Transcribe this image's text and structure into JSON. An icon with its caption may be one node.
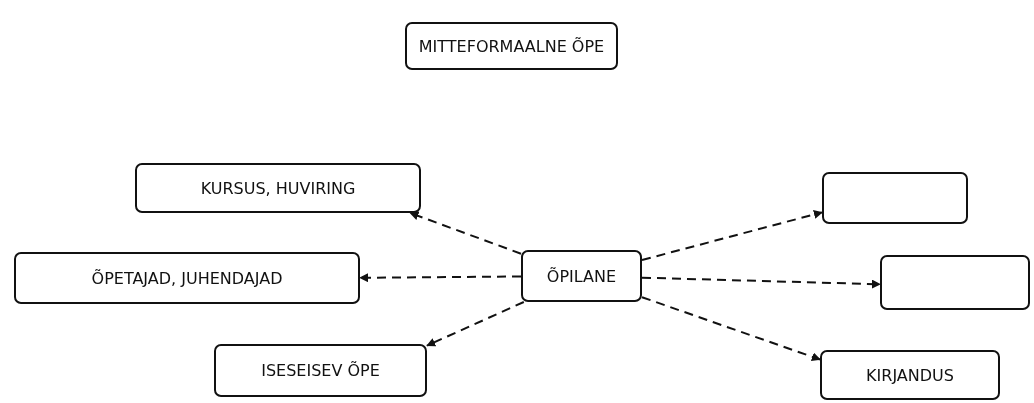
{
  "diagram": {
    "nodes": [
      {
        "text": [
          "MITTEFORMAALNE ÕPE"
        ]
      },
      {
        "text": [
          "KURSUS, HUVIRING"
        ]
      },
      {
        "text": [],
        "shape": "box"
      },
      {
        "text": [
          "ÕPETAJAD, JUHENDAJAD"
        ]
      },
      {
        "text": [
          "ÕPILANE"
        ]
      },
      {
        "text": [],
        "shape": "box"
      },
      {
        "text": [
          "ISESEISEV ÕPE"
        ]
      },
      {
        "text": [
          "KIRJANDUS"
        ]
      }
    ],
    "edges": [
      {
        "from": 4,
        "to": 1,
        "arrow": "to",
        "style": "dashed"
      },
      {
        "from": 4,
        "to": 2,
        "arrow": "to",
        "style": "dashed"
      },
      {
        "from": 4,
        "to": 3,
        "arrow": "to",
        "style": "dashed"
      },
      {
        "from": 4,
        "to": 5,
        "arrow": "to",
        "style": "dashed"
      },
      {
        "from": 4,
        "to": 6,
        "arrow": "to",
        "style": "dashed"
      },
      {
        "from": 4,
        "to": 7,
        "arrow": "to",
        "style": "dashed"
      }
    ]
  }
}
